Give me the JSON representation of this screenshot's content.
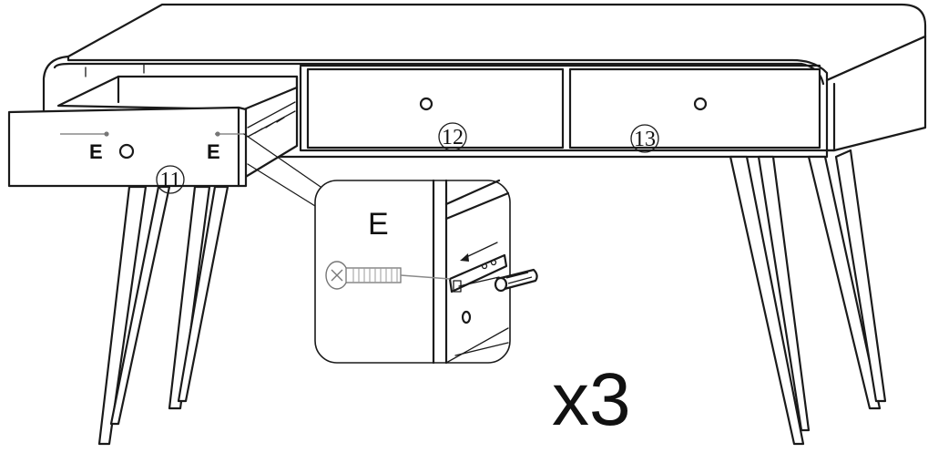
{
  "labels": {
    "screw_mark_left": "E",
    "screw_mark_right": "E",
    "detail_label": "E",
    "quantity": "x3"
  },
  "callouts": [
    {
      "id": "drawer-11",
      "number": "11"
    },
    {
      "id": "drawer-12",
      "number": "12"
    },
    {
      "id": "drawer-13",
      "number": "13"
    }
  ],
  "icons": {
    "screw": "screw-icon",
    "screwdriver": "screwdriver-icon",
    "direction_arrow": "arrow-icon"
  }
}
